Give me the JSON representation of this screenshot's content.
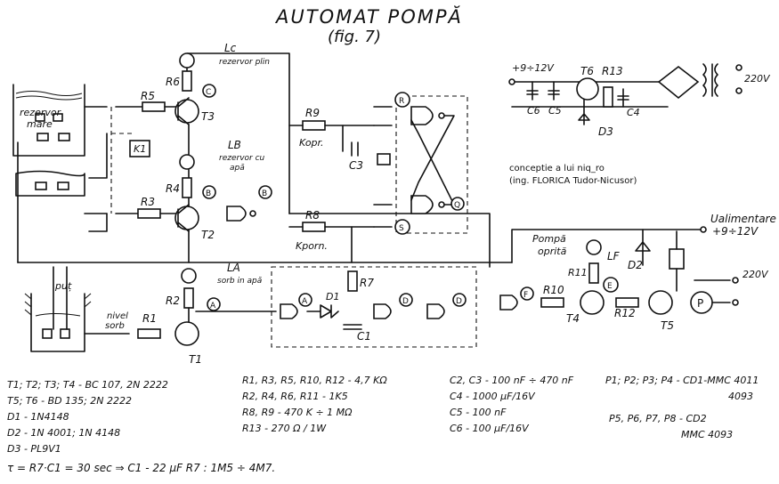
{
  "title": "AUTOMAT POMPĂ",
  "subtitle": "(fig. 7)",
  "credit": {
    "line1": "conceptie a lui niq_ro",
    "line2": "(ing. FLORICA Tudor-Nicusor)"
  },
  "labels": {
    "lc": "Lc",
    "lc_desc": "rezervor plin",
    "lb": "LB",
    "lb_desc1": "rezervor cu",
    "lb_desc2": "apă",
    "la": "LA",
    "la_desc": "sorb in apă",
    "lf": "LF",
    "pompa1": "Pompă",
    "pompa2": "oprită",
    "rezervor1": "rezervor",
    "rezervor2": "mare",
    "put": "puț",
    "nivel1": "nivel",
    "nivel2": "sorb",
    "kopr": "Kopr.",
    "kporn": "Kporn.",
    "k1": "K1",
    "ualim": "Ualimentare",
    "ualim_val": "+9÷12V",
    "v220": "220V",
    "v220b": "220V",
    "vin": "+9÷12V",
    "p": "P",
    "r1": "R1",
    "r2": "R2",
    "r3": "R3",
    "r4": "R4",
    "r5": "R5",
    "r6": "R6",
    "r7": "R7",
    "r8": "R8",
    "r9": "R9",
    "r10": "R10",
    "r11": "R11",
    "r12": "R12",
    "r13": "R13",
    "c1": "C1",
    "c3": "C3",
    "c4": "C4",
    "c5": "C5",
    "c6": "C6",
    "t1": "T1",
    "t2": "T2",
    "t3": "T3",
    "t4": "T4",
    "t5": "T5",
    "t6": "T6",
    "d1": "D1",
    "d2": "D2",
    "d3": "D3",
    "node_a": "A",
    "node_b": "B",
    "node_c": "C",
    "node_d": "D",
    "node_f": "F",
    "node_e": "E",
    "node_r": "R",
    "node_s": "S",
    "node_q": "Q"
  },
  "parts_list": {
    "col1": [
      "T1; T2; T3; T4 - BC 107, 2N 2222",
      "T5; T6 - BD 135; 2N 2222",
      "D1 - 1N4148",
      "D2 - 1N 4001; 1N 4148",
      "D3 - PL9V1"
    ],
    "col2": [
      "R1, R3, R5, R10, R12 - 4,7 KΩ",
      "R2, R4, R6, R11 - 1K5",
      "R8, R9 - 470 K ÷ 1 MΩ",
      "R13 - 270 Ω / 1W"
    ],
    "col3": [
      "C2, C3 - 100 nF ÷ 470 nF",
      "C4 - 1000 μF/16V",
      "C5 - 100 nF",
      "C6 - 100 μF/16V"
    ],
    "col4": [
      "P1; P2; P3; P4 - CD1-MMC 4011",
      "4093",
      "P5, P6, P7, P8 - CD2",
      "MMC 4093"
    ],
    "formula": "τ = R7·C1 = 30 sec  ⇒  C1 - 22 μF   R7 : 1M5 ÷ 4M7."
  }
}
